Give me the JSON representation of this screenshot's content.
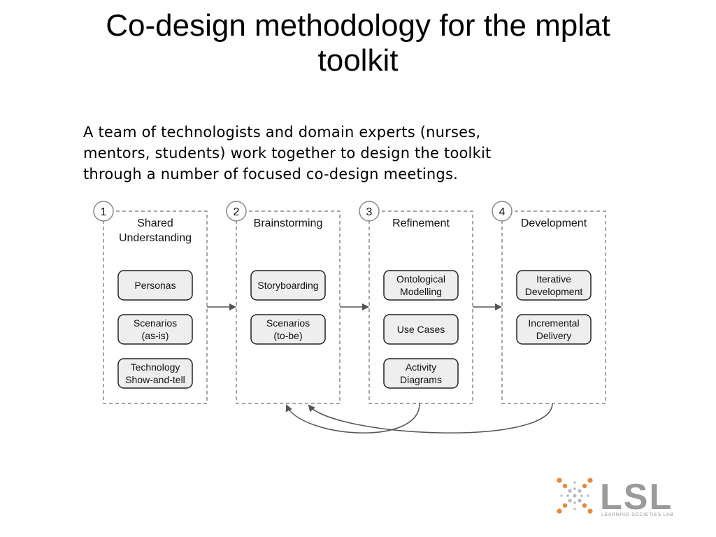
{
  "title": {
    "line1": "Co-design methodology for the mplat",
    "line2": "toolkit"
  },
  "intro": {
    "line1": "A team of technologists and domain experts (nurses,",
    "line2": "mentors, students) work together to design the toolkit",
    "line3": "through a number of focused co-design meetings."
  },
  "stages": [
    {
      "number": "1",
      "title_lines": [
        "Shared",
        "Understanding"
      ],
      "items": [
        {
          "lines": [
            "Personas"
          ]
        },
        {
          "lines": [
            "Scenarios",
            "(as-is)"
          ]
        },
        {
          "lines": [
            "Technology",
            "Show-and-tell"
          ]
        }
      ]
    },
    {
      "number": "2",
      "title_lines": [
        "Brainstorming"
      ],
      "items": [
        {
          "lines": [
            "Storyboarding"
          ]
        },
        {
          "lines": [
            "Scenarios",
            "(to-be)"
          ]
        }
      ]
    },
    {
      "number": "3",
      "title_lines": [
        "Refinement"
      ],
      "items": [
        {
          "lines": [
            "Ontological",
            "Modelling"
          ]
        },
        {
          "lines": [
            "Use Cases"
          ]
        },
        {
          "lines": [
            "Activity",
            "Diagrams"
          ]
        }
      ]
    },
    {
      "number": "4",
      "title_lines": [
        "Development"
      ],
      "items": [
        {
          "lines": [
            "Iterative",
            "Development"
          ]
        },
        {
          "lines": [
            "Incremental",
            "Delivery"
          ]
        }
      ]
    }
  ],
  "logo": {
    "name": "LSL",
    "tagline": "LEARNING SOCIETIES LAB"
  },
  "colors": {
    "box_border": "#888888",
    "item_fill": "#eeeeee",
    "arrow": "#555555",
    "logo_text": "#9a9a9a",
    "logo_dots": "#e8883a"
  }
}
